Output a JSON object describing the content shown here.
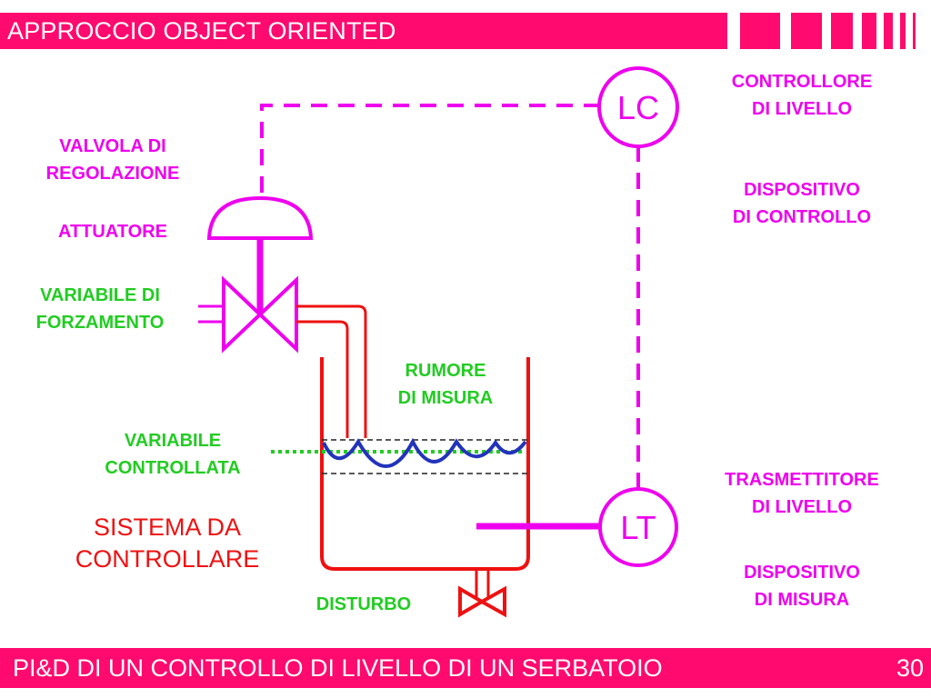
{
  "header": {
    "title": "APPROCCIO OBJECT ORIENTED"
  },
  "footer": {
    "caption": "PI&D DI UN CONTROLLO DI LIVELLO DI UN SERBATOIO",
    "page_number": "30"
  },
  "colors": {
    "accent": "#ff0a6e",
    "instrument": "#ee00ee",
    "process": "#ee1111",
    "variable": "#22cc22",
    "liquid": "#2233bb"
  },
  "instruments": {
    "level_controller": "LC",
    "level_transmitter": "LT"
  },
  "labels": {
    "controllore_line1": "CONTROLLORE",
    "controllore_line2": "DI LIVELLO",
    "disp_controllo_line1": "DISPOSITIVO",
    "disp_controllo_line2": "DI CONTROLLO",
    "valvola_line1": "VALVOLA DI",
    "valvola_line2": "REGOLAZIONE",
    "attuatore": "ATTUATORE",
    "forzamento_line1": "VARIABILE DI",
    "forzamento_line2": "FORZAMENTO",
    "rumore_line1": "RUMORE",
    "rumore_line2": "DI MISURA",
    "controllata_line1": "VARIABILE",
    "controllata_line2": "CONTROLLATA",
    "sistema_line1": "SISTEMA DA",
    "sistema_line2": "CONTROLLARE",
    "trasmettitore_line1": "TRASMETTITORE",
    "trasmettitore_line2": "DI LIVELLO",
    "disp_misura_line1": "DISPOSITIVO",
    "disp_misura_line2": "DI MISURA",
    "disturbo": "DISTURBO"
  }
}
